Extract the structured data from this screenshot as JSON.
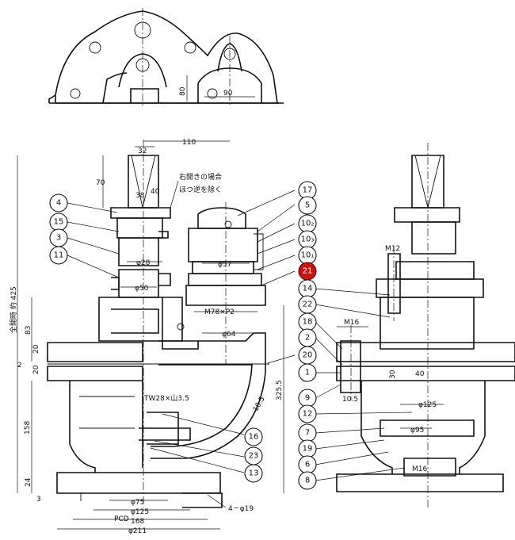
{
  "top_view": {
    "dim_80": "80",
    "dim_90": "90"
  },
  "dims": {
    "d32": "32",
    "d110": "110",
    "d70": "70",
    "d38": "38",
    "d40": "40",
    "d28": "φ28",
    "d50": "φ50",
    "d57": "φ57",
    "m78": "M78×P2",
    "d64": "φ64",
    "total_len": "全開時 約 425",
    "d83": "83",
    "d20a": "20",
    "d2": "2",
    "d20b": "20",
    "tw": "TW28×山3.5",
    "d158": "158",
    "d105": "10.5",
    "d325": "325.5",
    "d24": "24",
    "d3": "3",
    "d75": "φ75",
    "d125": "φ125",
    "pcd": "PCD",
    "d168": "168",
    "d211": "φ211",
    "bolt": "4－φ19",
    "r_m12": "M12",
    "r_m16": "M16",
    "r_30": "30",
    "r_40": "40",
    "r_105": "10.5",
    "r_d125": "φ125",
    "r_d95": "φ95",
    "r_m16b": "M16"
  },
  "note": {
    "line1": "右開きの場合",
    "line2": "ほつ逆を除く"
  },
  "balloons_left": [
    "4",
    "15",
    "3",
    "11"
  ],
  "balloons_center": [
    "16",
    "23",
    "13"
  ],
  "balloons_upper_right": [
    "17",
    "5",
    "10₂",
    "10₃",
    "10₁",
    "21"
  ],
  "balloons_mid_column": [
    "14",
    "22",
    "18",
    "2",
    "20",
    "1",
    "9",
    "12",
    "7",
    "19",
    "6",
    "8"
  ],
  "highlight": {
    "label": "21",
    "color": "#c81414"
  }
}
